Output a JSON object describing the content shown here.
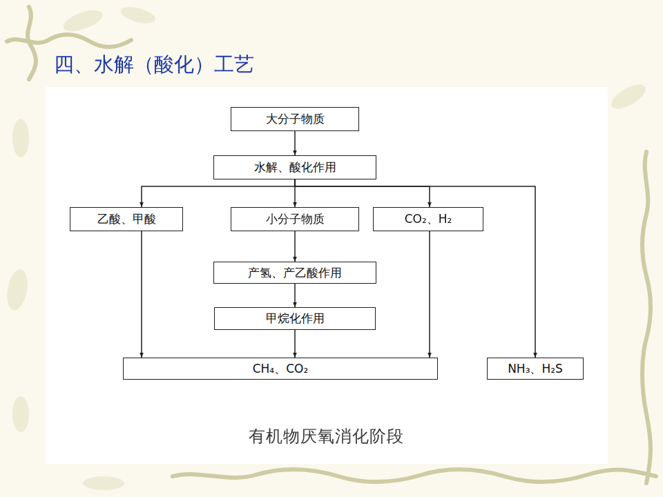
{
  "diagram": {
    "title": "四、水解（酸化）工艺",
    "caption": "有机物厌氧消化阶段",
    "nodes": [
      {
        "text": [
          "大分子物质"
        ]
      },
      {
        "text": [
          "水解、酸化作用"
        ]
      },
      {
        "text": [
          "乙酸、甲酸"
        ]
      },
      {
        "text": [
          "小分子物质"
        ]
      },
      {
        "text": [
          "CO₂、H₂"
        ]
      },
      {
        "text": [
          "产氢、产乙酸作用"
        ]
      },
      {
        "text": [
          "甲烷化作用"
        ]
      },
      {
        "text": [
          "CH₄、CO₂"
        ]
      },
      {
        "text": [
          "NH₃、H₂S"
        ]
      }
    ],
    "edges": [
      {
        "from": 0,
        "to": 1,
        "arrow": "to"
      },
      {
        "from": 1,
        "to": 2,
        "arrow": "to"
      },
      {
        "from": 1,
        "to": 3,
        "arrow": "to"
      },
      {
        "from": 1,
        "to": 4,
        "arrow": "to"
      },
      {
        "from": 1,
        "to": 8,
        "arrow": "to"
      },
      {
        "from": 3,
        "to": 5,
        "arrow": "to"
      },
      {
        "from": 5,
        "to": 6,
        "arrow": "to"
      },
      {
        "from": 6,
        "to": 7,
        "arrow": "to"
      },
      {
        "from": 2,
        "to": 7,
        "arrow": "to"
      },
      {
        "from": 4,
        "to": 7,
        "arrow": "to"
      }
    ]
  }
}
